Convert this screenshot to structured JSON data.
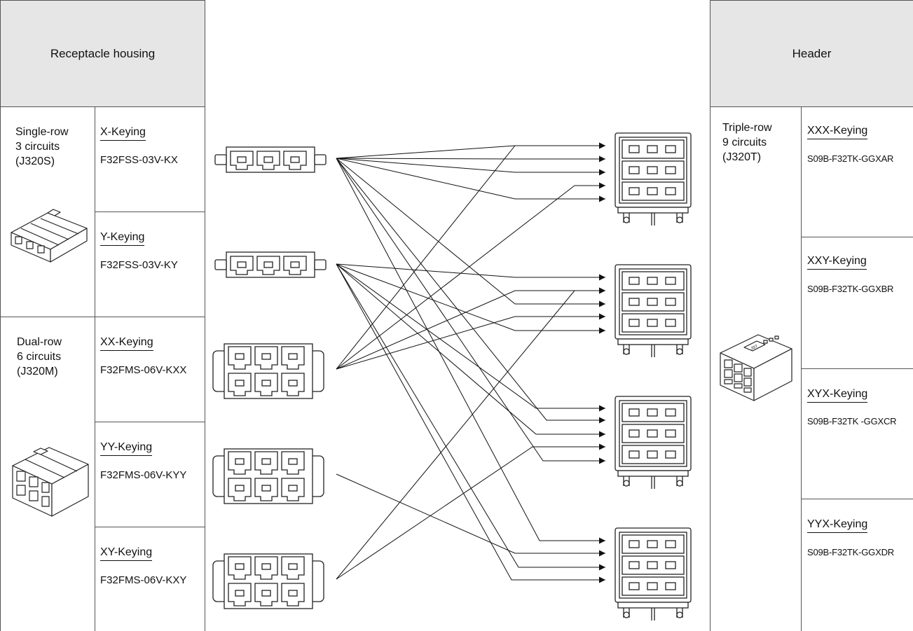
{
  "left_panel": {
    "title": "Receptacle housing",
    "groups": [
      {
        "series": [
          "Single-row",
          "3 circuits",
          "(J320S)"
        ],
        "items": [
          {
            "keying": "X-Keying",
            "part": "F32FSS-03V-KX"
          },
          {
            "keying": "Y-Keying",
            "part": "F32FSS-03V-KY"
          }
        ]
      },
      {
        "series": [
          "Dual-row",
          "6 circuits",
          "(J320M)"
        ],
        "items": [
          {
            "keying": "XX-Keying",
            "part": "F32FMS-06V-KXX"
          },
          {
            "keying": "YY-Keying",
            "part": "F32FMS-06V-KYY"
          },
          {
            "keying": "XY-Keying",
            "part": "F32FMS-06V-KXY"
          }
        ]
      }
    ]
  },
  "right_panel": {
    "title": "Header",
    "series": [
      "Triple-row",
      "9 circuits",
      "(J320T)"
    ],
    "items": [
      {
        "keying": "XXX-Keying",
        "part": "S09B-F32TK-GGXAR"
      },
      {
        "keying": "XXY-Keying",
        "part": "S09B-F32TK-GGXBR"
      },
      {
        "keying": "XYX-Keying",
        "part": "S09B-F32TK -GGXCR"
      },
      {
        "keying": "YYX-Keying",
        "part": "S09B-F32TK-GGXDR"
      }
    ],
    "badge_text": "JST"
  }
}
